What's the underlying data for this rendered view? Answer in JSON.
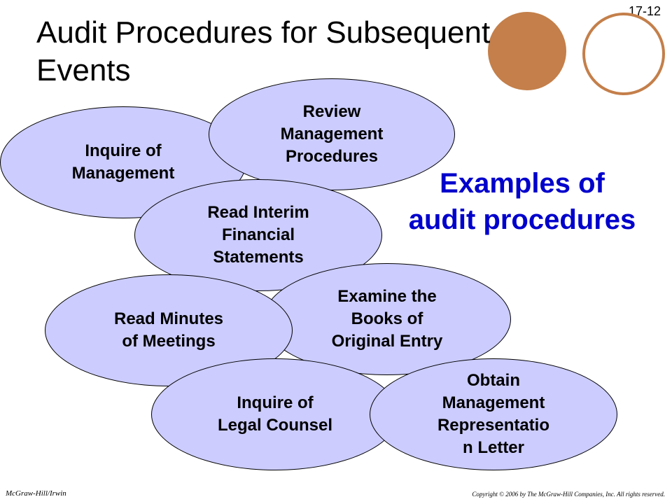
{
  "slide": {
    "title": "Audit Procedures for Subsequent Events",
    "number": "17-12",
    "callout": "Examples of\naudit procedures"
  },
  "procedures": [
    "Inquire of\nManagement",
    "Review\nManagement\nProcedures",
    "Read Interim\nFinancial\nStatements",
    "Examine the\nBooks of\nOriginal Entry",
    "Read Minutes\nof Meetings",
    "Inquire of\nLegal Counsel",
    "Obtain\nManagement\nRepresentatio\nn Letter"
  ],
  "footer": {
    "publisher": "McGraw-Hill/Irwin",
    "copyright": "Copyright © 2006 by The McGraw-Hill Companies, Inc. All rights reserved."
  },
  "colors": {
    "ellipse_fill": "#ccccff",
    "accent_circle": "#c47f4a",
    "callout_text": "#0000cc"
  }
}
